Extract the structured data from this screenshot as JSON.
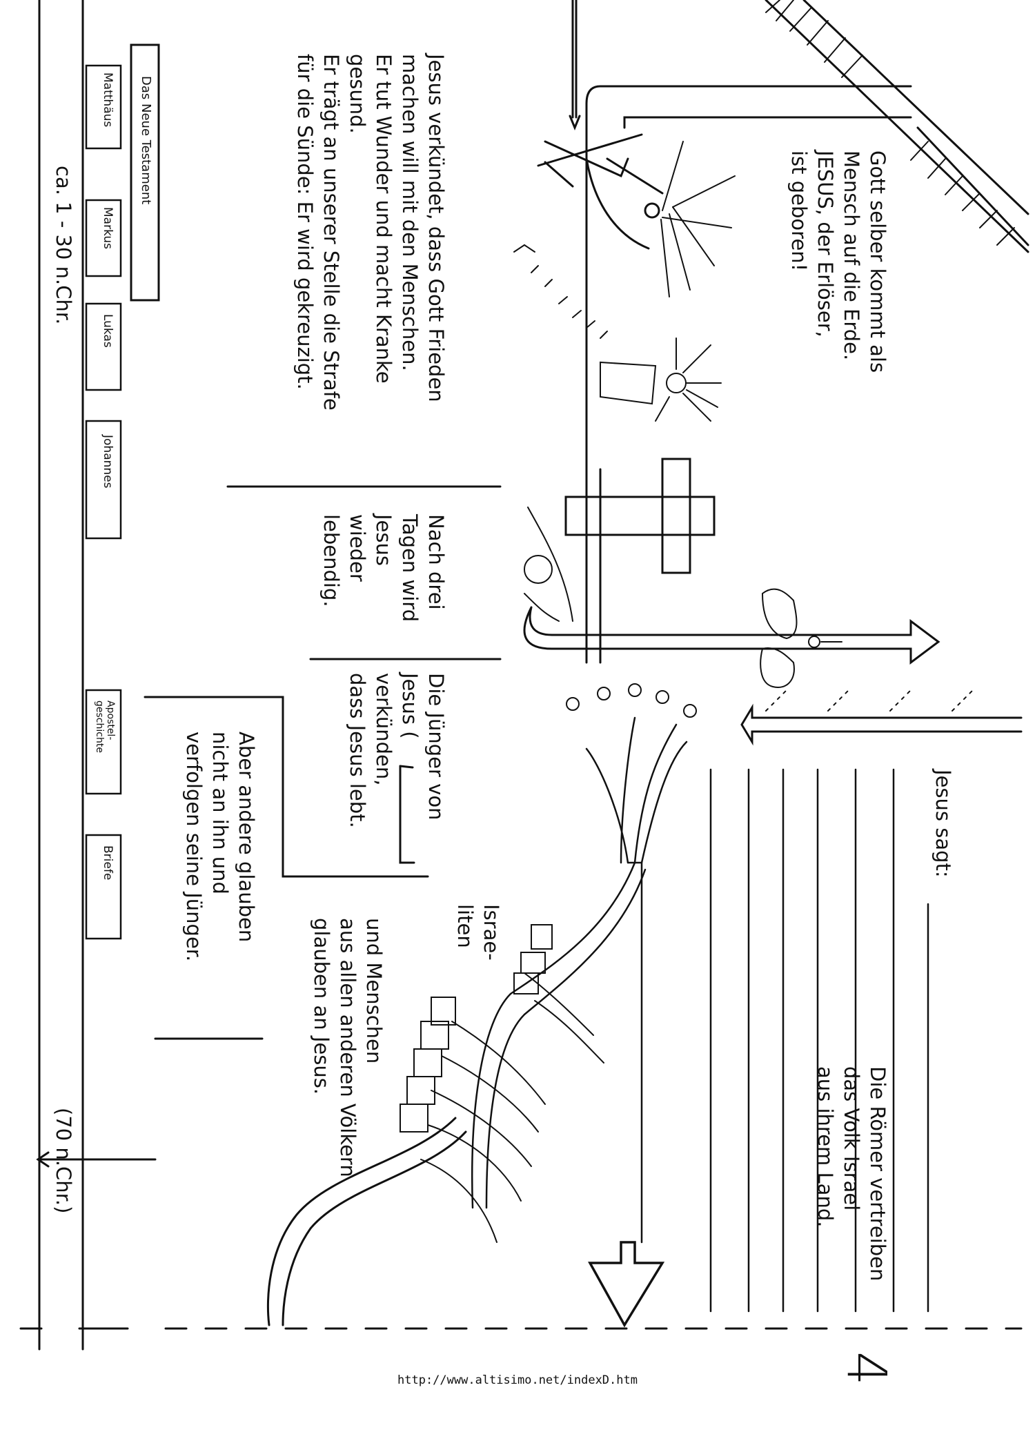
{
  "texts": {
    "birth": [
      "Gott selber kommt als",
      "Mensch auf die Erde.",
      "JESUS, der Erlöser,",
      "ist geboren!"
    ],
    "preach": [
      "Jesus verkündet, dass Gott Frieden",
      "machen will mit den Menschen.",
      "Er tut Wunder und macht Kranke",
      "gesund.",
      "Er trägt an unserer Stelle die Strafe",
      "für die Sünde: Er wird gekreuzigt."
    ],
    "resurrection": [
      "Nach drei",
      "Tagen wird",
      "Jesus",
      "wieder",
      "lebendig."
    ],
    "disciples": [
      "Die Jünger von",
      "Jesus (",
      "verkünden,",
      "dass Jesus lebt."
    ],
    "jesus_says": "Jesus sagt:",
    "israelites": [
      "Israe-",
      "liten"
    ],
    "peoples": [
      "und Menschen",
      "aus allen anderen Völkern",
      "glauben an Jesus."
    ],
    "others": [
      "Aber andere glauben",
      "nicht an ihn und",
      "verfolgen seine Jünger."
    ],
    "romans": [
      "Die Römer vertreiben",
      "das Volk Israel",
      "aus ihrem Land."
    ],
    "date_range": "ca. 1 - 30 n.Chr.",
    "date_70": "(70 n.Chr.)"
  },
  "testament": {
    "header": "Das Neue Testament",
    "books": [
      "Matthäus",
      "Markus",
      "Lukas",
      "Johannes",
      "Apostel-",
      "geschichte",
      "Briefe"
    ]
  },
  "page_number": "4",
  "footer_url": "http://www.altisimo.net/indexD.htm"
}
